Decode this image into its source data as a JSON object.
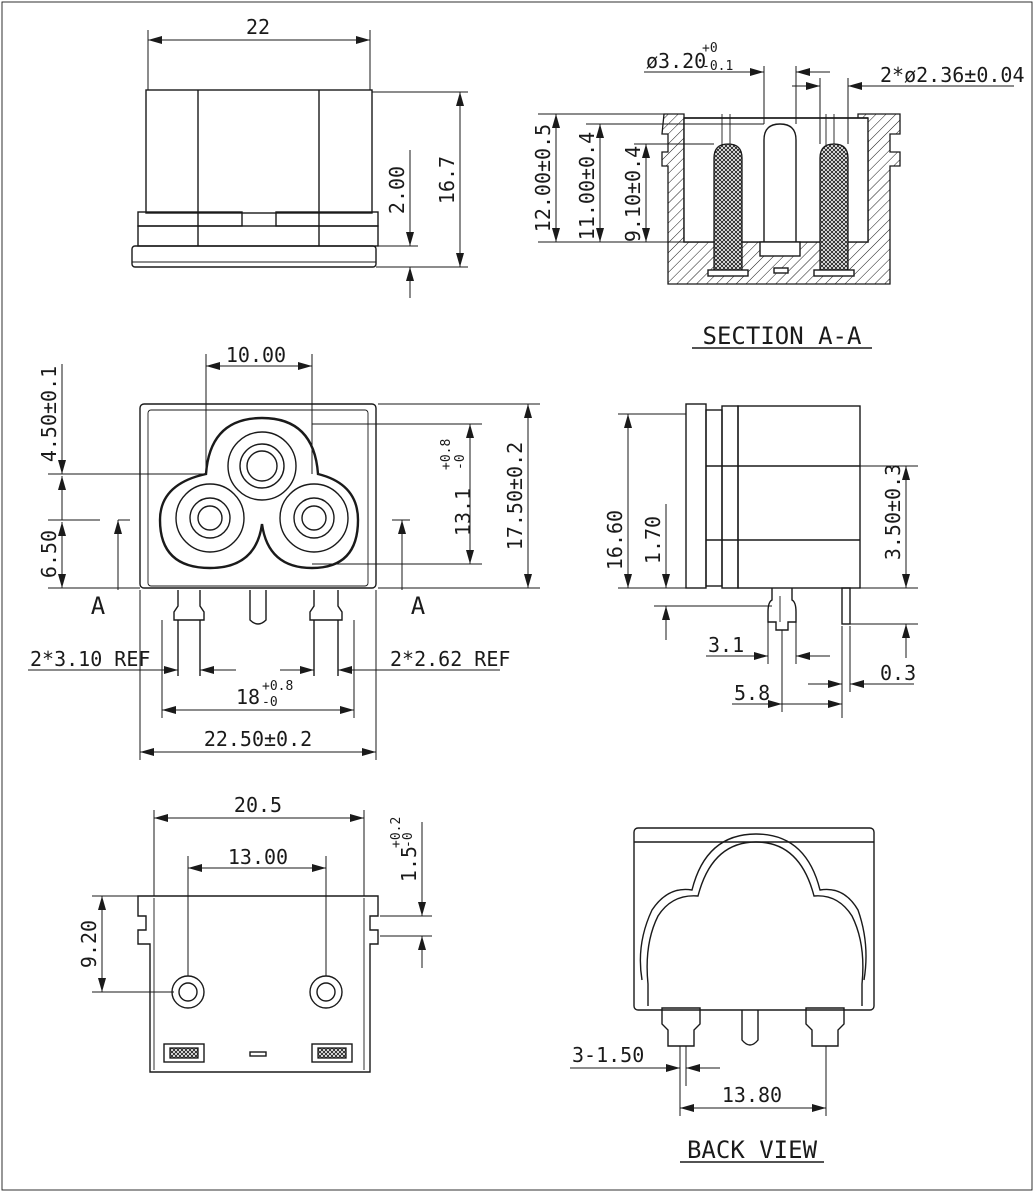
{
  "labels": {
    "section_title": "SECTION  A-A",
    "back_title": "BACK  VIEW",
    "section_mark": "A"
  },
  "top_view": {
    "width": "22",
    "flange": "2.00",
    "height": "16.7"
  },
  "section_view": {
    "hole_main": "ø3.20",
    "hole_main_tol_up": "+0",
    "hole_main_tol_dn": "-0.1",
    "pin_hole": "2*ø2.36±0.04",
    "h1": "12.00±0.5",
    "h2": "11.00±0.4",
    "h3": "9.10±0.4"
  },
  "front_view": {
    "spacing_top": "10.00",
    "upper": "4.50±0.1",
    "lower": "6.50",
    "body_inner": "13.1",
    "body_inner_tol_up": "+0.8",
    "body_inner_tol_dn": "-0",
    "body_height": "17.50±0.2",
    "ref_left": "2*3.10 REF",
    "ref_right": "2*2.62 REF",
    "pin_span": "18",
    "pin_span_tol_up": "+0.8",
    "pin_span_tol_dn": "-0",
    "body_width": "22.50±0.2"
  },
  "side_view": {
    "height": "16.60",
    "small": "1.70",
    "pin": "3.50±0.3",
    "d1": "3.1",
    "d2": "0.3",
    "d3": "5.8"
  },
  "bottom_view": {
    "width": "20.5",
    "spacing": "13.00",
    "depth": "9.20",
    "tab": "1.5",
    "tab_tol_up": "+0.2",
    "tab_tol_dn": "-0"
  },
  "back_view": {
    "slot": "3-1.50",
    "span": "13.80"
  }
}
